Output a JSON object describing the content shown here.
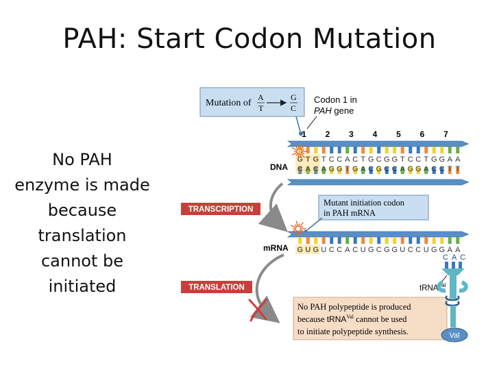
{
  "slide": {
    "title": "PAH: Start Codon Mutation",
    "side_text": [
      "No PAH",
      "enzyme is made",
      "because",
      "translation",
      "cannot be",
      "initiated"
    ]
  },
  "diagram": {
    "mutation_box": {
      "prefix": "Mutation of",
      "from_top": "A",
      "from_bottom": "T",
      "to_top": "G",
      "to_bottom": "C"
    },
    "codon_callout": {
      "line1": "Codon 1 in",
      "line2_italic": "PAH",
      "line2_rest": " gene"
    },
    "codon_numbers": [
      "1",
      "2",
      "3",
      "4",
      "5",
      "6",
      "7"
    ],
    "dna_label": "DNA",
    "dna_top_strand": {
      "first_codon": "GTG",
      "rest": "TCCACTGCGGTCCTGGAA"
    },
    "dna_bottom_strand": {
      "first_codon": "CAC",
      "rest": "AGGTGACGCCAGGACCTT"
    },
    "transcription_label": "TRANSCRIPTION",
    "mutant_codon_box": {
      "line1": "Mutant initiation codon",
      "line2": "in PAH mRNA"
    },
    "mrna_label": "mRNA",
    "mrna_strand": {
      "first_codon": "GUG",
      "rest": "UCCACUGCGGUCCUGGAA"
    },
    "translation_label": "TRANSLATION",
    "trna_label": "tRNA",
    "trna_superscript": "Val",
    "anticodon": "CAC",
    "amino_acid": "Val",
    "result_box": {
      "line1": "No PAH polypeptide is produced",
      "line2_a": "because ",
      "line2_trna": "tRNA",
      "line2_sup": "Val",
      "line2_b": " cannot be used",
      "line3": "to initiate polypeptide synthesis."
    },
    "colors": {
      "strand_blue": "#5a8fc6",
      "strand_blue_dark": "#3f74ad",
      "base_yellow": "#f2d22e",
      "base_green": "#67b046",
      "base_orange": "#ef8a3c",
      "base_blue": "#3a78c2",
      "label_box": "#c9dff1",
      "result_box": "#f6ddc6",
      "process_label": "#c83f3a",
      "highlight": "#f4c84a"
    }
  }
}
